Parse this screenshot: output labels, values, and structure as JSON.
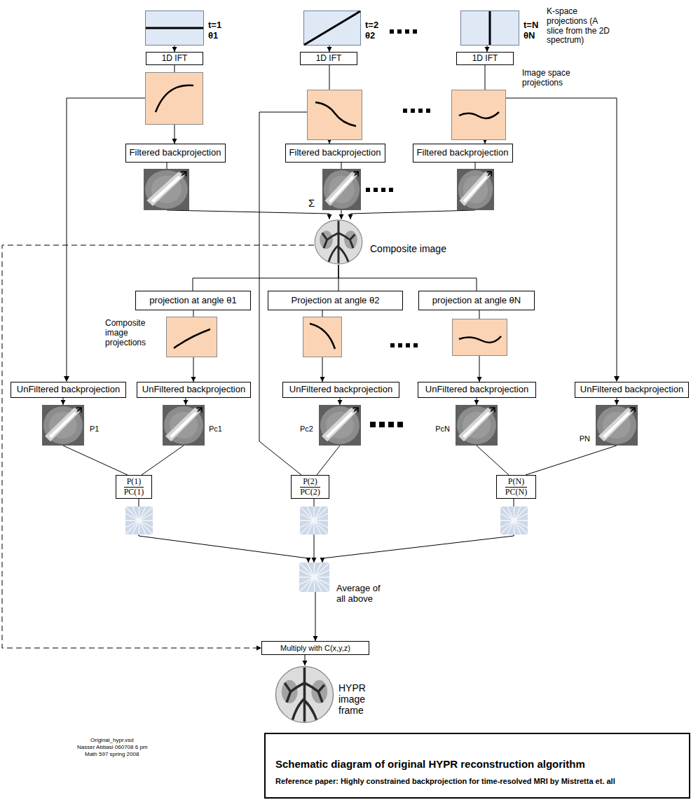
{
  "diagram": {
    "nodes": [
      {
        "text": [
          "t=1 θ1"
        ]
      },
      {
        "text": [
          "t=2 θ2"
        ]
      },
      {
        "text": [
          "t=N θN"
        ]
      },
      {
        "text": [
          "1D IFT"
        ]
      },
      {
        "text": [
          "1D IFT"
        ]
      },
      {
        "text": [
          "1D IFT"
        ]
      },
      {
        "text": [
          "Filtered backprojection"
        ]
      },
      {
        "text": [
          "Filtered backprojection"
        ]
      },
      {
        "text": [
          "Filtered backprojection"
        ]
      },
      {
        "text": [
          "Composite image"
        ]
      },
      {
        "text": [
          "projection at angle θ1"
        ]
      },
      {
        "text": [
          "Projection at angle θ2"
        ]
      },
      {
        "text": [
          "projection at angle θN"
        ]
      },
      {
        "text": [
          "UnFiltered backprojection"
        ]
      },
      {
        "text": [
          "UnFiltered backprojection"
        ]
      },
      {
        "text": [
          "UnFiltered backprojection"
        ]
      },
      {
        "text": [
          "UnFiltered backprojection"
        ]
      },
      {
        "text": [
          "UnFiltered backprojection"
        ]
      },
      {
        "text": [
          "P1"
        ]
      },
      {
        "text": [
          "Pc1"
        ]
      },
      {
        "text": [
          "Pc2"
        ]
      },
      {
        "text": [
          "PcN"
        ]
      },
      {
        "text": [
          "PN"
        ]
      },
      {
        "text": [
          "P(1)",
          "PC(1)"
        ]
      },
      {
        "text": [
          "P(2)",
          "PC(2)"
        ]
      },
      {
        "text": [
          "P(N)",
          "PC(N)"
        ]
      },
      {
        "text": [
          "Average of all above"
        ]
      },
      {
        "text": [
          "Multiply with C(x,y,z)"
        ]
      },
      {
        "text": [
          "HYPR image frame"
        ]
      },
      {
        "text": [
          "Schematic diagram of original HYPR reconstruction algorithm",
          "Reference paper: Highly constrained backprojection for time-resolved MRI by Mistretta et. all"
        ]
      }
    ],
    "edges": [
      {
        "from": 0,
        "to": 3,
        "arrow": "to"
      },
      {
        "from": 1,
        "to": 4,
        "arrow": "to"
      },
      {
        "from": 2,
        "to": 5,
        "arrow": "to"
      },
      {
        "from": 3,
        "to": 6,
        "arrow": "to"
      },
      {
        "from": 4,
        "to": 7,
        "arrow": "to"
      },
      {
        "from": 5,
        "to": 8,
        "arrow": "to"
      },
      {
        "from": 6,
        "to": 9,
        "arrow": "to"
      },
      {
        "from": 7,
        "to": 9,
        "arrow": "to"
      },
      {
        "from": 8,
        "to": 9,
        "arrow": "to"
      },
      {
        "from": 9,
        "to": 10,
        "arrow": "none"
      },
      {
        "from": 9,
        "to": 11,
        "arrow": "none"
      },
      {
        "from": 9,
        "to": 12,
        "arrow": "none"
      },
      {
        "from": 10,
        "to": 14,
        "arrow": "to"
      },
      {
        "from": 11,
        "to": 15,
        "arrow": "to"
      },
      {
        "from": 12,
        "to": 16,
        "arrow": "to"
      },
      {
        "from": 13,
        "to": 18,
        "arrow": "to"
      },
      {
        "from": 14,
        "to": 19,
        "arrow": "to"
      },
      {
        "from": 15,
        "to": 20,
        "arrow": "to"
      },
      {
        "from": 16,
        "to": 21,
        "arrow": "to"
      },
      {
        "from": 17,
        "to": 22,
        "arrow": "to"
      },
      {
        "from": 18,
        "to": 23,
        "arrow": "none"
      },
      {
        "from": 19,
        "to": 23,
        "arrow": "none"
      },
      {
        "from": 20,
        "to": 24,
        "arrow": "none"
      },
      {
        "from": 21,
        "to": 25,
        "arrow": "none"
      },
      {
        "from": 22,
        "to": 25,
        "arrow": "none"
      },
      {
        "from": 23,
        "to": 26,
        "arrow": "to"
      },
      {
        "from": 24,
        "to": 26,
        "arrow": "to"
      },
      {
        "from": 25,
        "to": 26,
        "arrow": "to"
      },
      {
        "from": 26,
        "to": 27,
        "arrow": "to"
      },
      {
        "from": 9,
        "to": 27,
        "arrow": "to"
      },
      {
        "from": 27,
        "to": 28,
        "arrow": "to"
      }
    ],
    "labels": [
      "K-space projections (A slice from the 2D spectrum)",
      "Image space projections",
      "Σ",
      "Composite image projections",
      "Original_hypr.vsd",
      "Nasser Abbasi 060708 6 pm",
      "Math 597 spring 2008"
    ]
  }
}
